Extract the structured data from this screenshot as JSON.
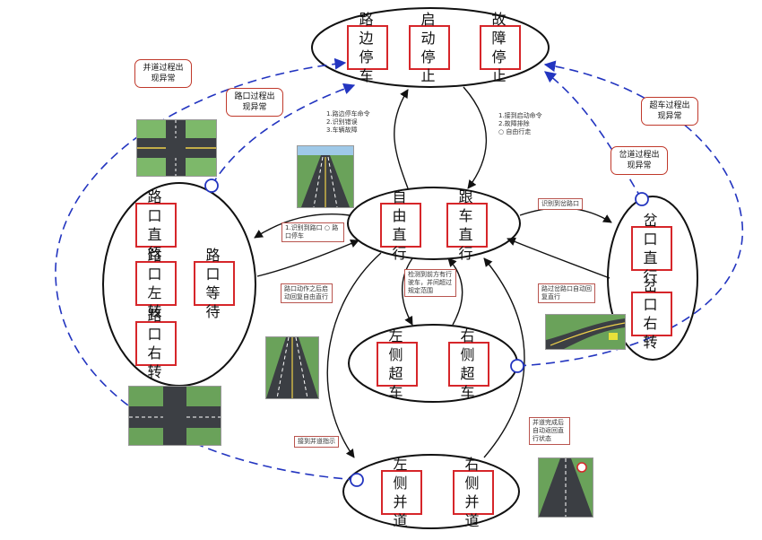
{
  "states": {
    "curb_stop": "路边停车",
    "start_stop": "启动停止",
    "fault_stop": "故障停止",
    "free_straight": "自由直行",
    "follow_straight": "跟车直行",
    "junction_straight": "路口直行",
    "junction_left": "路口左转",
    "junction_right": "路口右转",
    "junction_wait": "路口等待",
    "fork_straight": "岔口直行",
    "fork_right": "岔口右转",
    "overtake_left": "左侧超车",
    "overtake_right": "右侧超车",
    "merge_left": "左侧并道",
    "merge_right": "右侧并道"
  },
  "transition_notes": {
    "to_stop": [
      "1.路边停车命令",
      "2.识别错误",
      "3.车辆故障"
    ],
    "from_stop": [
      "1.接到启动命令",
      "2.故障排除",
      "○ 自由行走"
    ],
    "to_junction": "1.识别到路口 ○ 路口停车",
    "from_junction": "路口动作之后启动回复自由直行",
    "to_fork": "识别到岔路口",
    "from_fork": "路过岔路口自动回复直行",
    "to_overtake": "检测到前方有行驶车，并间超过规定范围",
    "to_merge": "接到并道指示",
    "from_merge": "并道完成后自动返回直行状态"
  },
  "exception_bubbles": {
    "merge_exception": "并道过程出现异常",
    "junction_exception": "路口过程出现异常",
    "overtake_exception": "超车过程出现异常",
    "fork_exception": "岔道过程出现异常"
  },
  "colors": {
    "state_border": "#d6262a",
    "ellipse": "#1a1a1a",
    "exception_path": "#2335c0"
  }
}
